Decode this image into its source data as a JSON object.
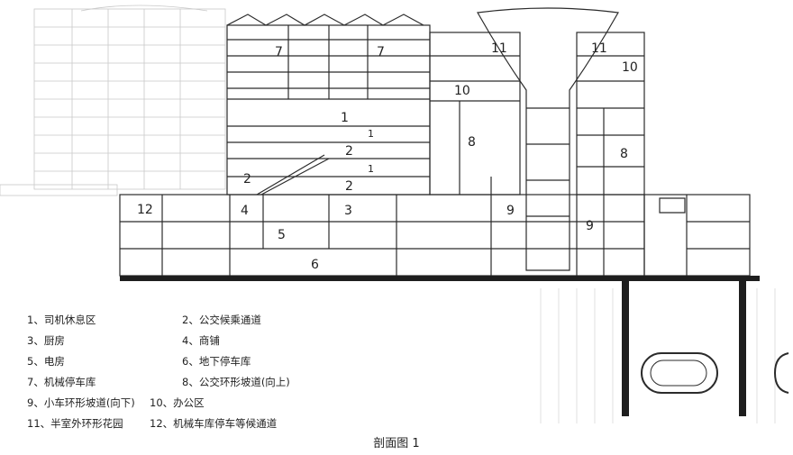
{
  "floor_labels": [
    "1",
    "2",
    "3",
    "4",
    "5",
    "6",
    "7",
    "8",
    "9",
    "10",
    "11",
    "12"
  ],
  "legend": [
    {
      "text": "1、司机休息区"
    },
    {
      "text": "2、公交候乘通道"
    },
    {
      "text": "3、厨房"
    },
    {
      "text": "4、商铺"
    },
    {
      "text": "5、电房"
    },
    {
      "text": "6、地下停车库"
    },
    {
      "text": "7、机械停车库"
    },
    {
      "text": "8、公交环形坡道(向上)"
    },
    {
      "text": "9、小车环形坡道(向下)"
    },
    {
      "text": "10、办公区"
    },
    {
      "text": "11、半室外环形花园"
    },
    {
      "text": "12、机械车库停车等候通道"
    }
  ],
  "caption": "剖面图 1",
  "colors": {
    "line": "#2b2b2b",
    "ghost": "#c9c9c9",
    "ground": "#1e1e1e"
  }
}
